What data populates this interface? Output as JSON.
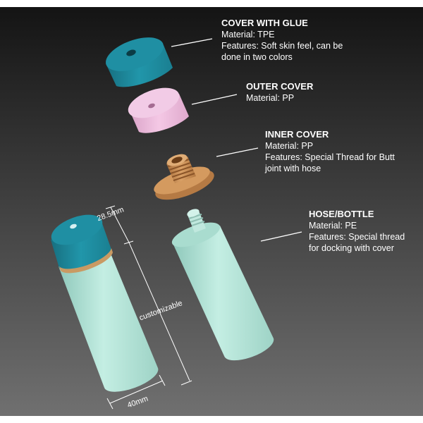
{
  "parts": [
    {
      "title": "COVER WITH GLUE",
      "material": "Material: TPE",
      "features": [
        "Features: Soft skin feel, can be",
        "done in two colors"
      ]
    },
    {
      "title": "OUTER COVER",
      "material": "Material: PP",
      "features": []
    },
    {
      "title": "INNER COVER",
      "material": "Material: PP",
      "features": [
        "Features: Special Thread for Butt",
        "joint with hose"
      ]
    },
    {
      "title": "HOSE/BOTTLE",
      "material": "Material: PE",
      "features": [
        "Features: Special thread",
        "for docking with cover"
      ]
    }
  ],
  "dimensions": {
    "cap_height": "28.5mm",
    "body_length": "customizable",
    "diameter": "40mm"
  },
  "colors": {
    "background_top": "#141414",
    "background_bottom": "#6f6f6f",
    "cover_with_glue": "#1f8fa3",
    "outer_cover": "#efbedf",
    "inner_cover": "#c98e55",
    "hose": "#b3e4d8"
  }
}
